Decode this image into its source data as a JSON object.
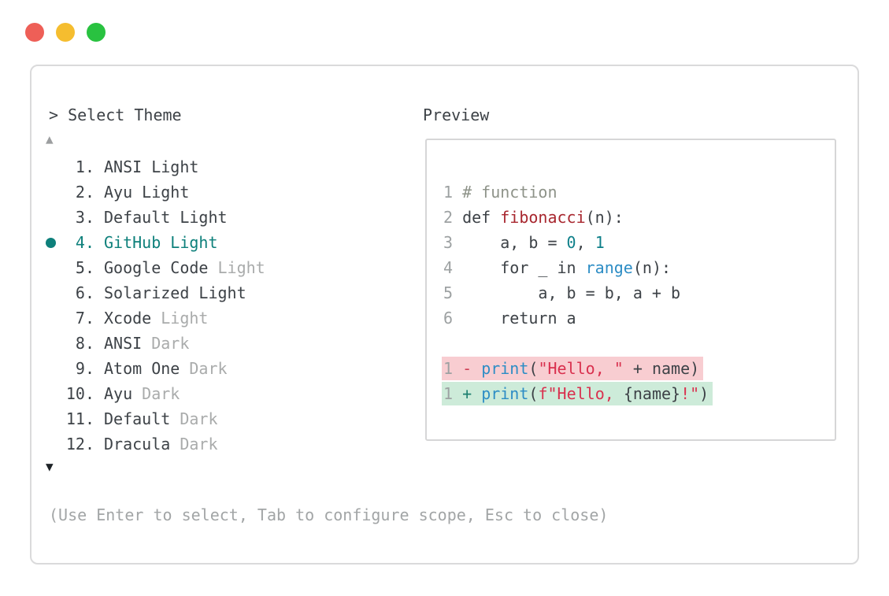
{
  "window": {
    "traffic_lights": [
      {
        "name": "close-button",
        "color": "#ee5f57"
      },
      {
        "name": "minimize-button",
        "color": "#f5bd2f"
      },
      {
        "name": "maximize-button",
        "color": "#29c240"
      }
    ]
  },
  "theme_selector": {
    "title": "> Select Theme",
    "scroll_up_icon": "▲",
    "scroll_down_icon": "▼",
    "footer_hint": "(Use Enter to select, Tab to configure scope, Esc to close)",
    "items": [
      {
        "number": "1.",
        "name": "ANSI",
        "variant": "Light",
        "variant_dimmed": false,
        "selected": false
      },
      {
        "number": "2.",
        "name": "Ayu",
        "variant": "Light",
        "variant_dimmed": false,
        "selected": false
      },
      {
        "number": "3.",
        "name": "Default",
        "variant": "Light",
        "variant_dimmed": false,
        "selected": false
      },
      {
        "number": "4.",
        "name": "GitHub",
        "variant": "Light",
        "variant_dimmed": false,
        "selected": true
      },
      {
        "number": "5.",
        "name": "Google Code",
        "variant": "Light",
        "variant_dimmed": true,
        "selected": false
      },
      {
        "number": "6.",
        "name": "Solarized",
        "variant": "Light",
        "variant_dimmed": false,
        "selected": false
      },
      {
        "number": "7.",
        "name": "Xcode",
        "variant": "Light",
        "variant_dimmed": true,
        "selected": false
      },
      {
        "number": "8.",
        "name": "ANSI",
        "variant": "Dark",
        "variant_dimmed": true,
        "selected": false
      },
      {
        "number": "9.",
        "name": "Atom One",
        "variant": "Dark",
        "variant_dimmed": true,
        "selected": false
      },
      {
        "number": "10.",
        "name": "Ayu",
        "variant": "Dark",
        "variant_dimmed": true,
        "selected": false
      },
      {
        "number": "11.",
        "name": "Default",
        "variant": "Dark",
        "variant_dimmed": true,
        "selected": false
      },
      {
        "number": "12.",
        "name": "Dracula",
        "variant": "Dark",
        "variant_dimmed": true,
        "selected": false
      }
    ]
  },
  "preview": {
    "label": "Preview",
    "code_lines": [
      {
        "num": "1",
        "tokens": [
          {
            "t": "# function",
            "c": "comment"
          }
        ]
      },
      {
        "num": "2",
        "tokens": [
          {
            "t": "def ",
            "c": "plain"
          },
          {
            "t": "fibonacci",
            "c": "defname"
          },
          {
            "t": "(n):",
            "c": "plain"
          }
        ]
      },
      {
        "num": "3",
        "tokens": [
          {
            "t": "    a, b = ",
            "c": "plain"
          },
          {
            "t": "0",
            "c": "number"
          },
          {
            "t": ", ",
            "c": "plain"
          },
          {
            "t": "1",
            "c": "number"
          }
        ]
      },
      {
        "num": "4",
        "tokens": [
          {
            "t": "    for _ in ",
            "c": "plain"
          },
          {
            "t": "range",
            "c": "builtin"
          },
          {
            "t": "(n):",
            "c": "plain"
          }
        ]
      },
      {
        "num": "5",
        "tokens": [
          {
            "t": "        a, b = b, a + b",
            "c": "plain"
          }
        ]
      },
      {
        "num": "6",
        "tokens": [
          {
            "t": "    return a",
            "c": "plain"
          }
        ]
      }
    ],
    "diff_lines": [
      {
        "num": "1",
        "kind": "removed",
        "sign": "-",
        "tokens": [
          {
            "t": "print",
            "c": "builtin"
          },
          {
            "t": "(",
            "c": "plain"
          },
          {
            "t": "\"Hello, \"",
            "c": "string"
          },
          {
            "t": " + name)",
            "c": "plain"
          }
        ]
      },
      {
        "num": "1",
        "kind": "added",
        "sign": "+",
        "tokens": [
          {
            "t": "print",
            "c": "builtin"
          },
          {
            "t": "(",
            "c": "plain"
          },
          {
            "t": "f\"Hello, ",
            "c": "string"
          },
          {
            "t": "{name}",
            "c": "plain"
          },
          {
            "t": "!\"",
            "c": "string"
          },
          {
            "t": ")",
            "c": "plain"
          }
        ]
      }
    ]
  },
  "colors": {
    "teal": "#0e807b",
    "text-dark": "#3d4247",
    "dim": "#a9abab",
    "footer-gray": "#a2a5a6",
    "arrow-gray": "#9c9ea0",
    "arrow-dark": "#1e2327",
    "line-num": "#9da1a2",
    "comment": "#8e9389",
    "defname": "#a8272f",
    "number": "#0d7f89",
    "builtin": "#2d8dc5",
    "string": "#d9304e",
    "minus": "#ce3f55",
    "plus": "#1d7f6f",
    "removed-bg": "#f8cdd1",
    "added-bg": "#cdebd9",
    "panel-border": "#dadadb",
    "box-border": "#d6d6d7"
  }
}
